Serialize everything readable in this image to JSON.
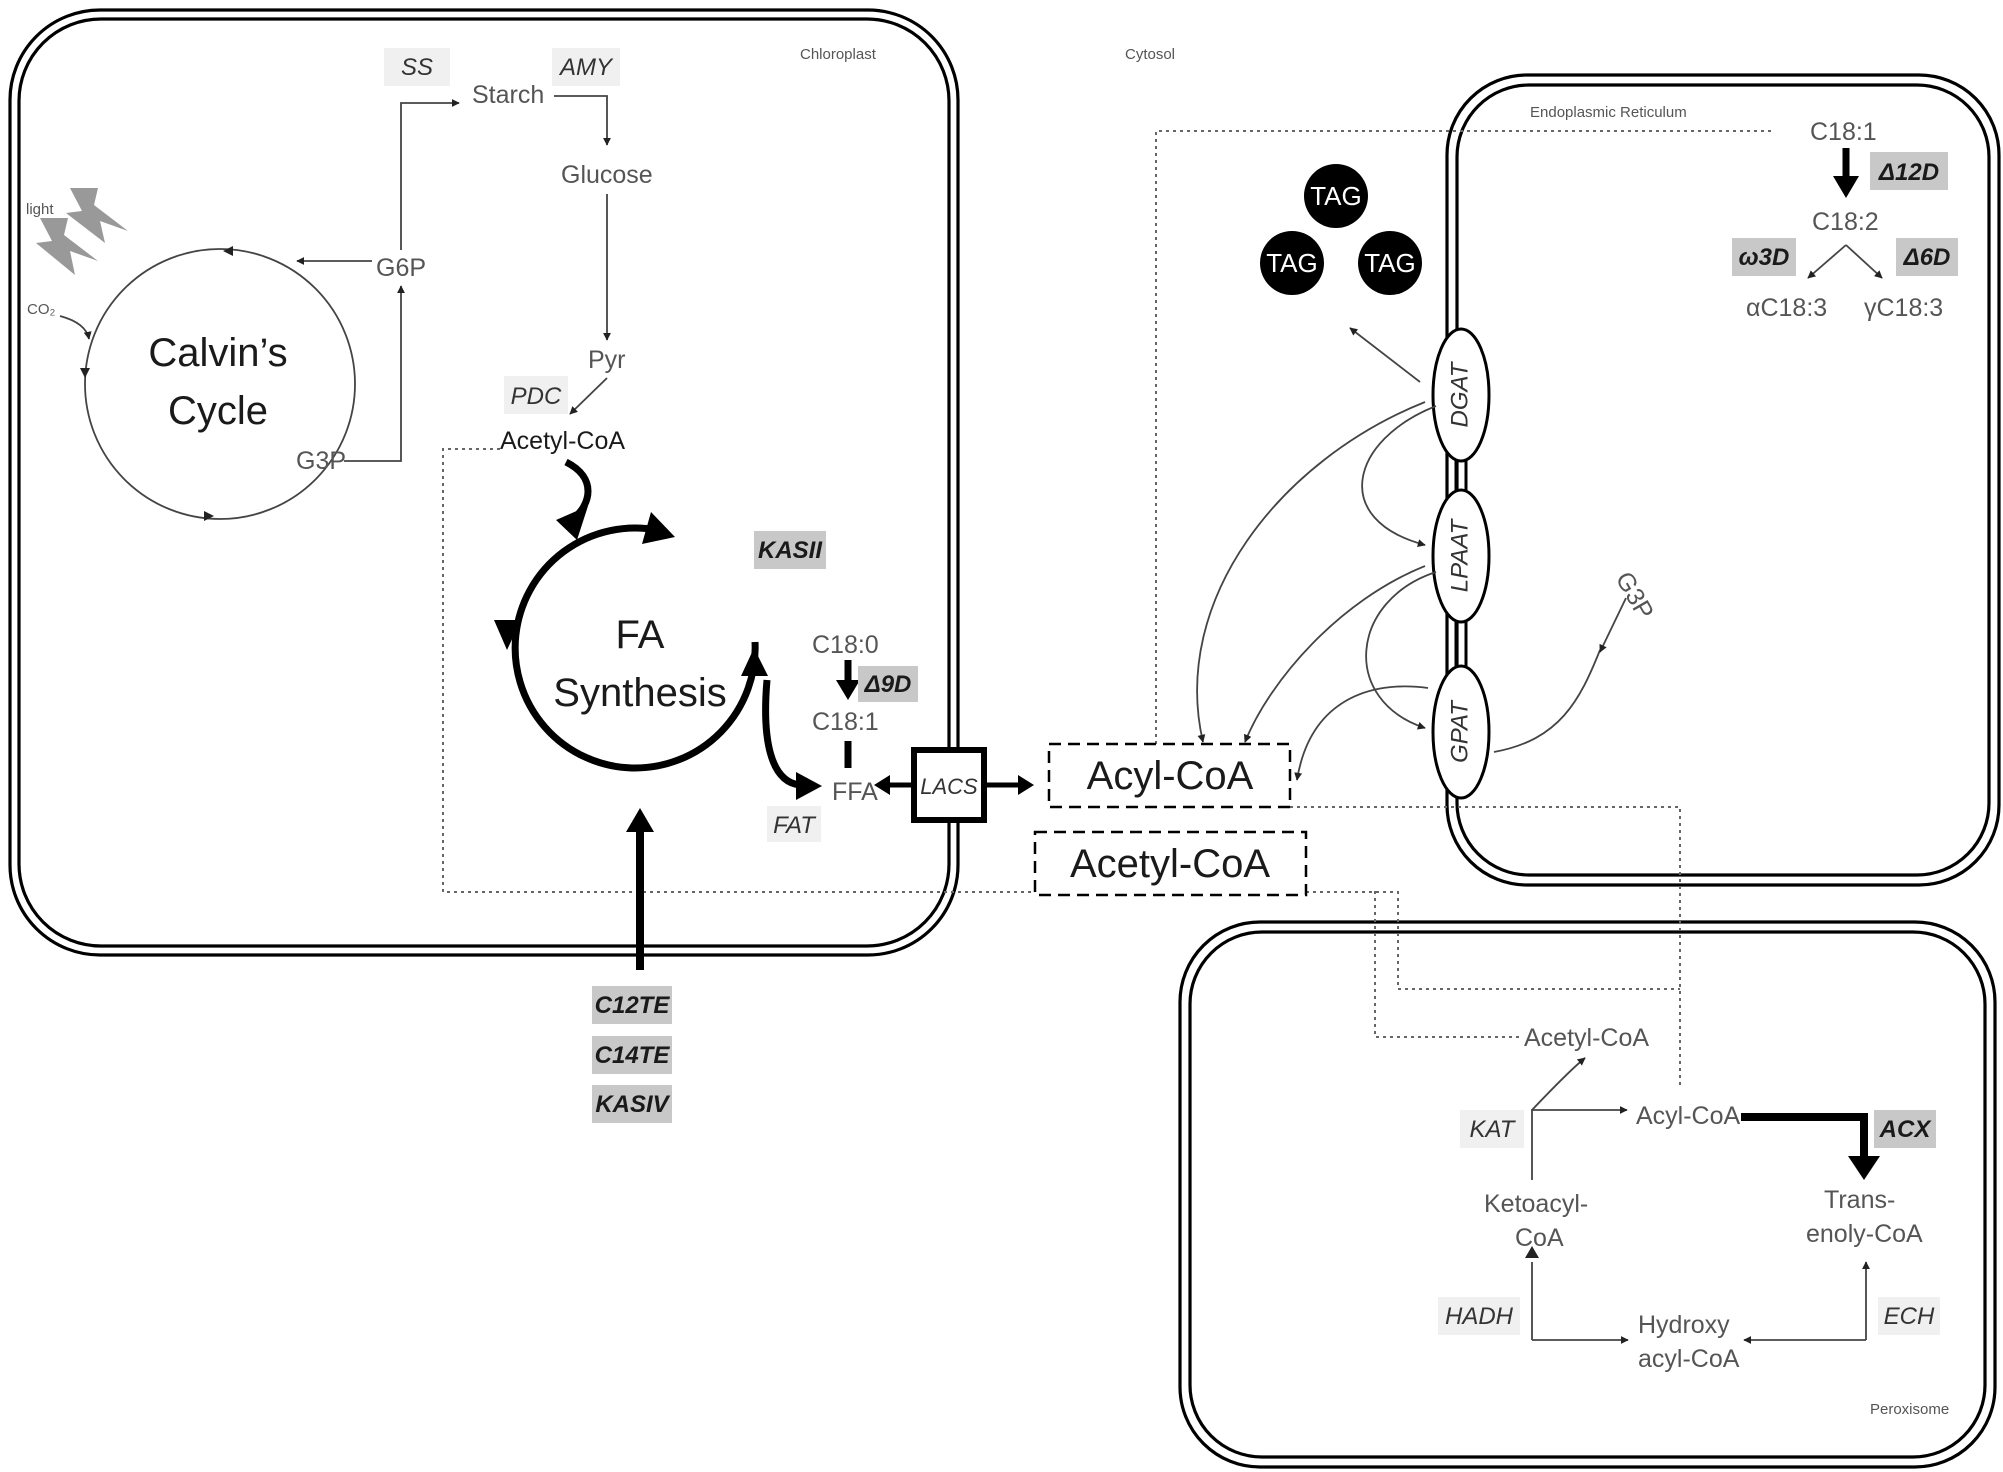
{
  "compartments": {
    "chloroplast": "Chloroplast",
    "cytosol": "Cytosol",
    "er": "Endoplasmic Reticulum",
    "peroxisome": "Peroxisome"
  },
  "chloroplast": {
    "light": "light",
    "co2": "CO₂",
    "calvin_line1": "Calvin’s",
    "calvin_line2": "Cycle",
    "g6p": "G6P",
    "g3p": "G3P",
    "starch": "Starch",
    "glucose": "Glucose",
    "pyr": "Pyr",
    "acetyl_coa": "Acetyl-CoA",
    "fa_line1": "FA",
    "fa_line2": "Synthesis",
    "c18_0": "C18:0",
    "c18_1": "C18:1",
    "ffa": "FFA"
  },
  "enzymes": {
    "ss": "SS",
    "amy": "AMY",
    "pdc": "PDC",
    "kasii": "KASII",
    "d9d": "Δ9D",
    "fat": "FAT",
    "lacs": "LACS",
    "c12te": "C12TE",
    "c14te": "C14TE",
    "kasiv": "KASIV",
    "d12d": "Δ12D",
    "w3d": "ω3D",
    "d6d": "Δ6D",
    "dgat": "DGAT",
    "lpaat": "LPAAT",
    "gpat": "GPAT",
    "kat": "KAT",
    "acx": "ACX",
    "hadh": "HADH",
    "ech": "ECH"
  },
  "cytosol": {
    "acyl_coa": "Acyl-CoA",
    "acetyl_coa": "Acetyl-CoA",
    "tag": "TAG"
  },
  "er": {
    "c18_1": "C18:1",
    "c18_2": "C18:2",
    "ac18_3": "αC18:3",
    "gc18_3": "γC18:3",
    "g3p": "G3P"
  },
  "peroxisome": {
    "acetyl_coa": "Acetyl-CoA",
    "acyl_coa": "Acyl-CoA",
    "ketoacyl_1": "Ketoacyl-",
    "ketoacyl_2": "CoA",
    "trans_1": "Trans-",
    "trans_2": "enoly-CoA",
    "hydroxy_1": "Hydroxy",
    "hydroxy_2": "acyl-CoA"
  }
}
